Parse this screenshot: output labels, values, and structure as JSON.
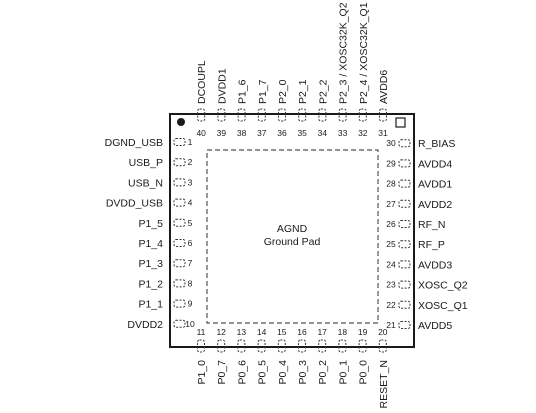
{
  "center": {
    "line1": "AGND",
    "line2": "Ground Pad"
  },
  "pins": {
    "left": [
      {
        "num": "1",
        "name": "DGND_USB"
      },
      {
        "num": "2",
        "name": "USB_P"
      },
      {
        "num": "3",
        "name": "USB_N"
      },
      {
        "num": "4",
        "name": "DVDD_USB"
      },
      {
        "num": "5",
        "name": "P1_5"
      },
      {
        "num": "6",
        "name": "P1_4"
      },
      {
        "num": "7",
        "name": "P1_3"
      },
      {
        "num": "8",
        "name": "P1_2"
      },
      {
        "num": "9",
        "name": "P1_1"
      },
      {
        "num": "10",
        "name": "DVDD2"
      }
    ],
    "bottom": [
      {
        "num": "11",
        "name": "P1_0"
      },
      {
        "num": "12",
        "name": "P0_7"
      },
      {
        "num": "13",
        "name": "P0_6"
      },
      {
        "num": "14",
        "name": "P0_5"
      },
      {
        "num": "15",
        "name": "P0_4"
      },
      {
        "num": "16",
        "name": "P0_3"
      },
      {
        "num": "17",
        "name": "P0_2"
      },
      {
        "num": "18",
        "name": "P0_1"
      },
      {
        "num": "19",
        "name": "P0_0"
      },
      {
        "num": "20",
        "name": "RESET_N"
      }
    ],
    "right": [
      {
        "num": "21",
        "name": "AVDD5"
      },
      {
        "num": "22",
        "name": "XOSC_Q1"
      },
      {
        "num": "23",
        "name": "XOSC_Q2"
      },
      {
        "num": "24",
        "name": "AVDD3"
      },
      {
        "num": "25",
        "name": "RF_P"
      },
      {
        "num": "26",
        "name": "RF_N"
      },
      {
        "num": "27",
        "name": "AVDD2"
      },
      {
        "num": "28",
        "name": "AVDD1"
      },
      {
        "num": "29",
        "name": "AVDD4"
      },
      {
        "num": "30",
        "name": "R_BIAS"
      }
    ],
    "top": [
      {
        "num": "31",
        "name": "AVDD6"
      },
      {
        "num": "32",
        "name": "P2_4 / XOSC32K_Q1"
      },
      {
        "num": "33",
        "name": "P2_3 / XOSC32K_Q2"
      },
      {
        "num": "34",
        "name": "P2_2"
      },
      {
        "num": "35",
        "name": "P2_1"
      },
      {
        "num": "36",
        "name": "P2_0"
      },
      {
        "num": "37",
        "name": "P1_7"
      },
      {
        "num": "38",
        "name": "P1_6"
      },
      {
        "num": "39",
        "name": "DVDD1"
      },
      {
        "num": "40",
        "name": "DCOUPL"
      }
    ]
  }
}
